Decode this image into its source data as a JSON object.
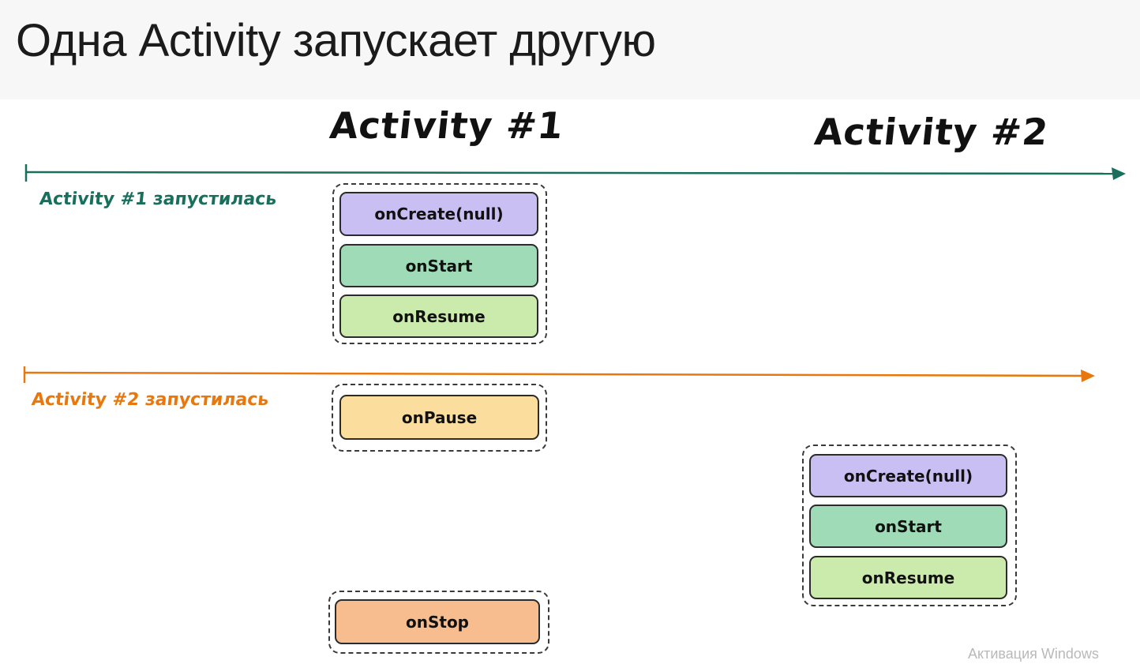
{
  "title": "Одна Activity запускает другую",
  "columns": {
    "activity1": "Activity #1",
    "activity2": "Activity #2"
  },
  "timelines": {
    "first": {
      "label": "Activity #1 запустилась",
      "color": "#18705c"
    },
    "second": {
      "label": "Activity #2 запустилась",
      "color": "#e8780d"
    }
  },
  "activity1": {
    "launch": {
      "on_create": "onCreate(null)",
      "on_start": "onStart",
      "on_resume": "onResume"
    },
    "pause": "onPause",
    "stop": "onStop"
  },
  "activity2": {
    "on_create": "onCreate(null)",
    "on_start": "onStart",
    "on_resume": "onResume"
  },
  "colors": {
    "on_create": "#c9bff2",
    "on_start": "#9fdbb6",
    "on_resume": "#cbebad",
    "on_pause": "#fbde9e",
    "on_stop": "#f7bd8e"
  },
  "watermark": "Активация Windows"
}
